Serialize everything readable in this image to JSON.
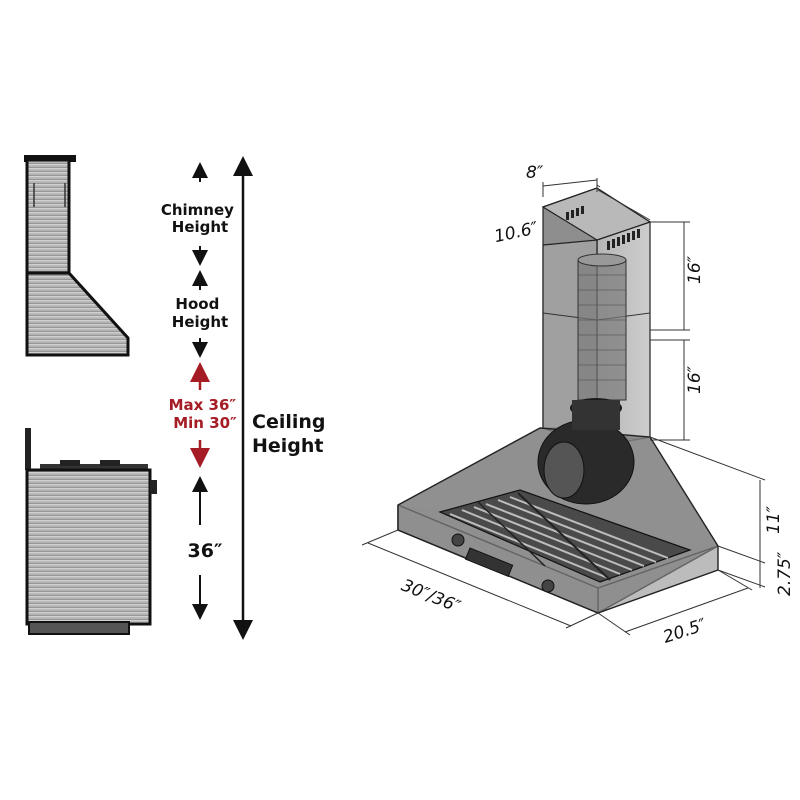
{
  "labels": {
    "chimney_line1": "Chimney",
    "chimney_line2": "Height",
    "hood_line1": "Hood",
    "hood_line2": "Height",
    "max": "Max 36″",
    "min": "Min 30″",
    "range_height": "36″",
    "ceiling_line1": "Ceiling",
    "ceiling_line2": "Height"
  },
  "dimensions": {
    "chimney_width": "8″",
    "chimney_depth": "10.6″",
    "chimney_upper": "16″",
    "chimney_lower": "16″",
    "hood_height": "11″",
    "hood_lip": "2.75″",
    "hood_width": "30″/36″",
    "hood_depth": "20.5″"
  },
  "colors": {
    "accent_red": "#a51c24",
    "ink": "#111111"
  }
}
